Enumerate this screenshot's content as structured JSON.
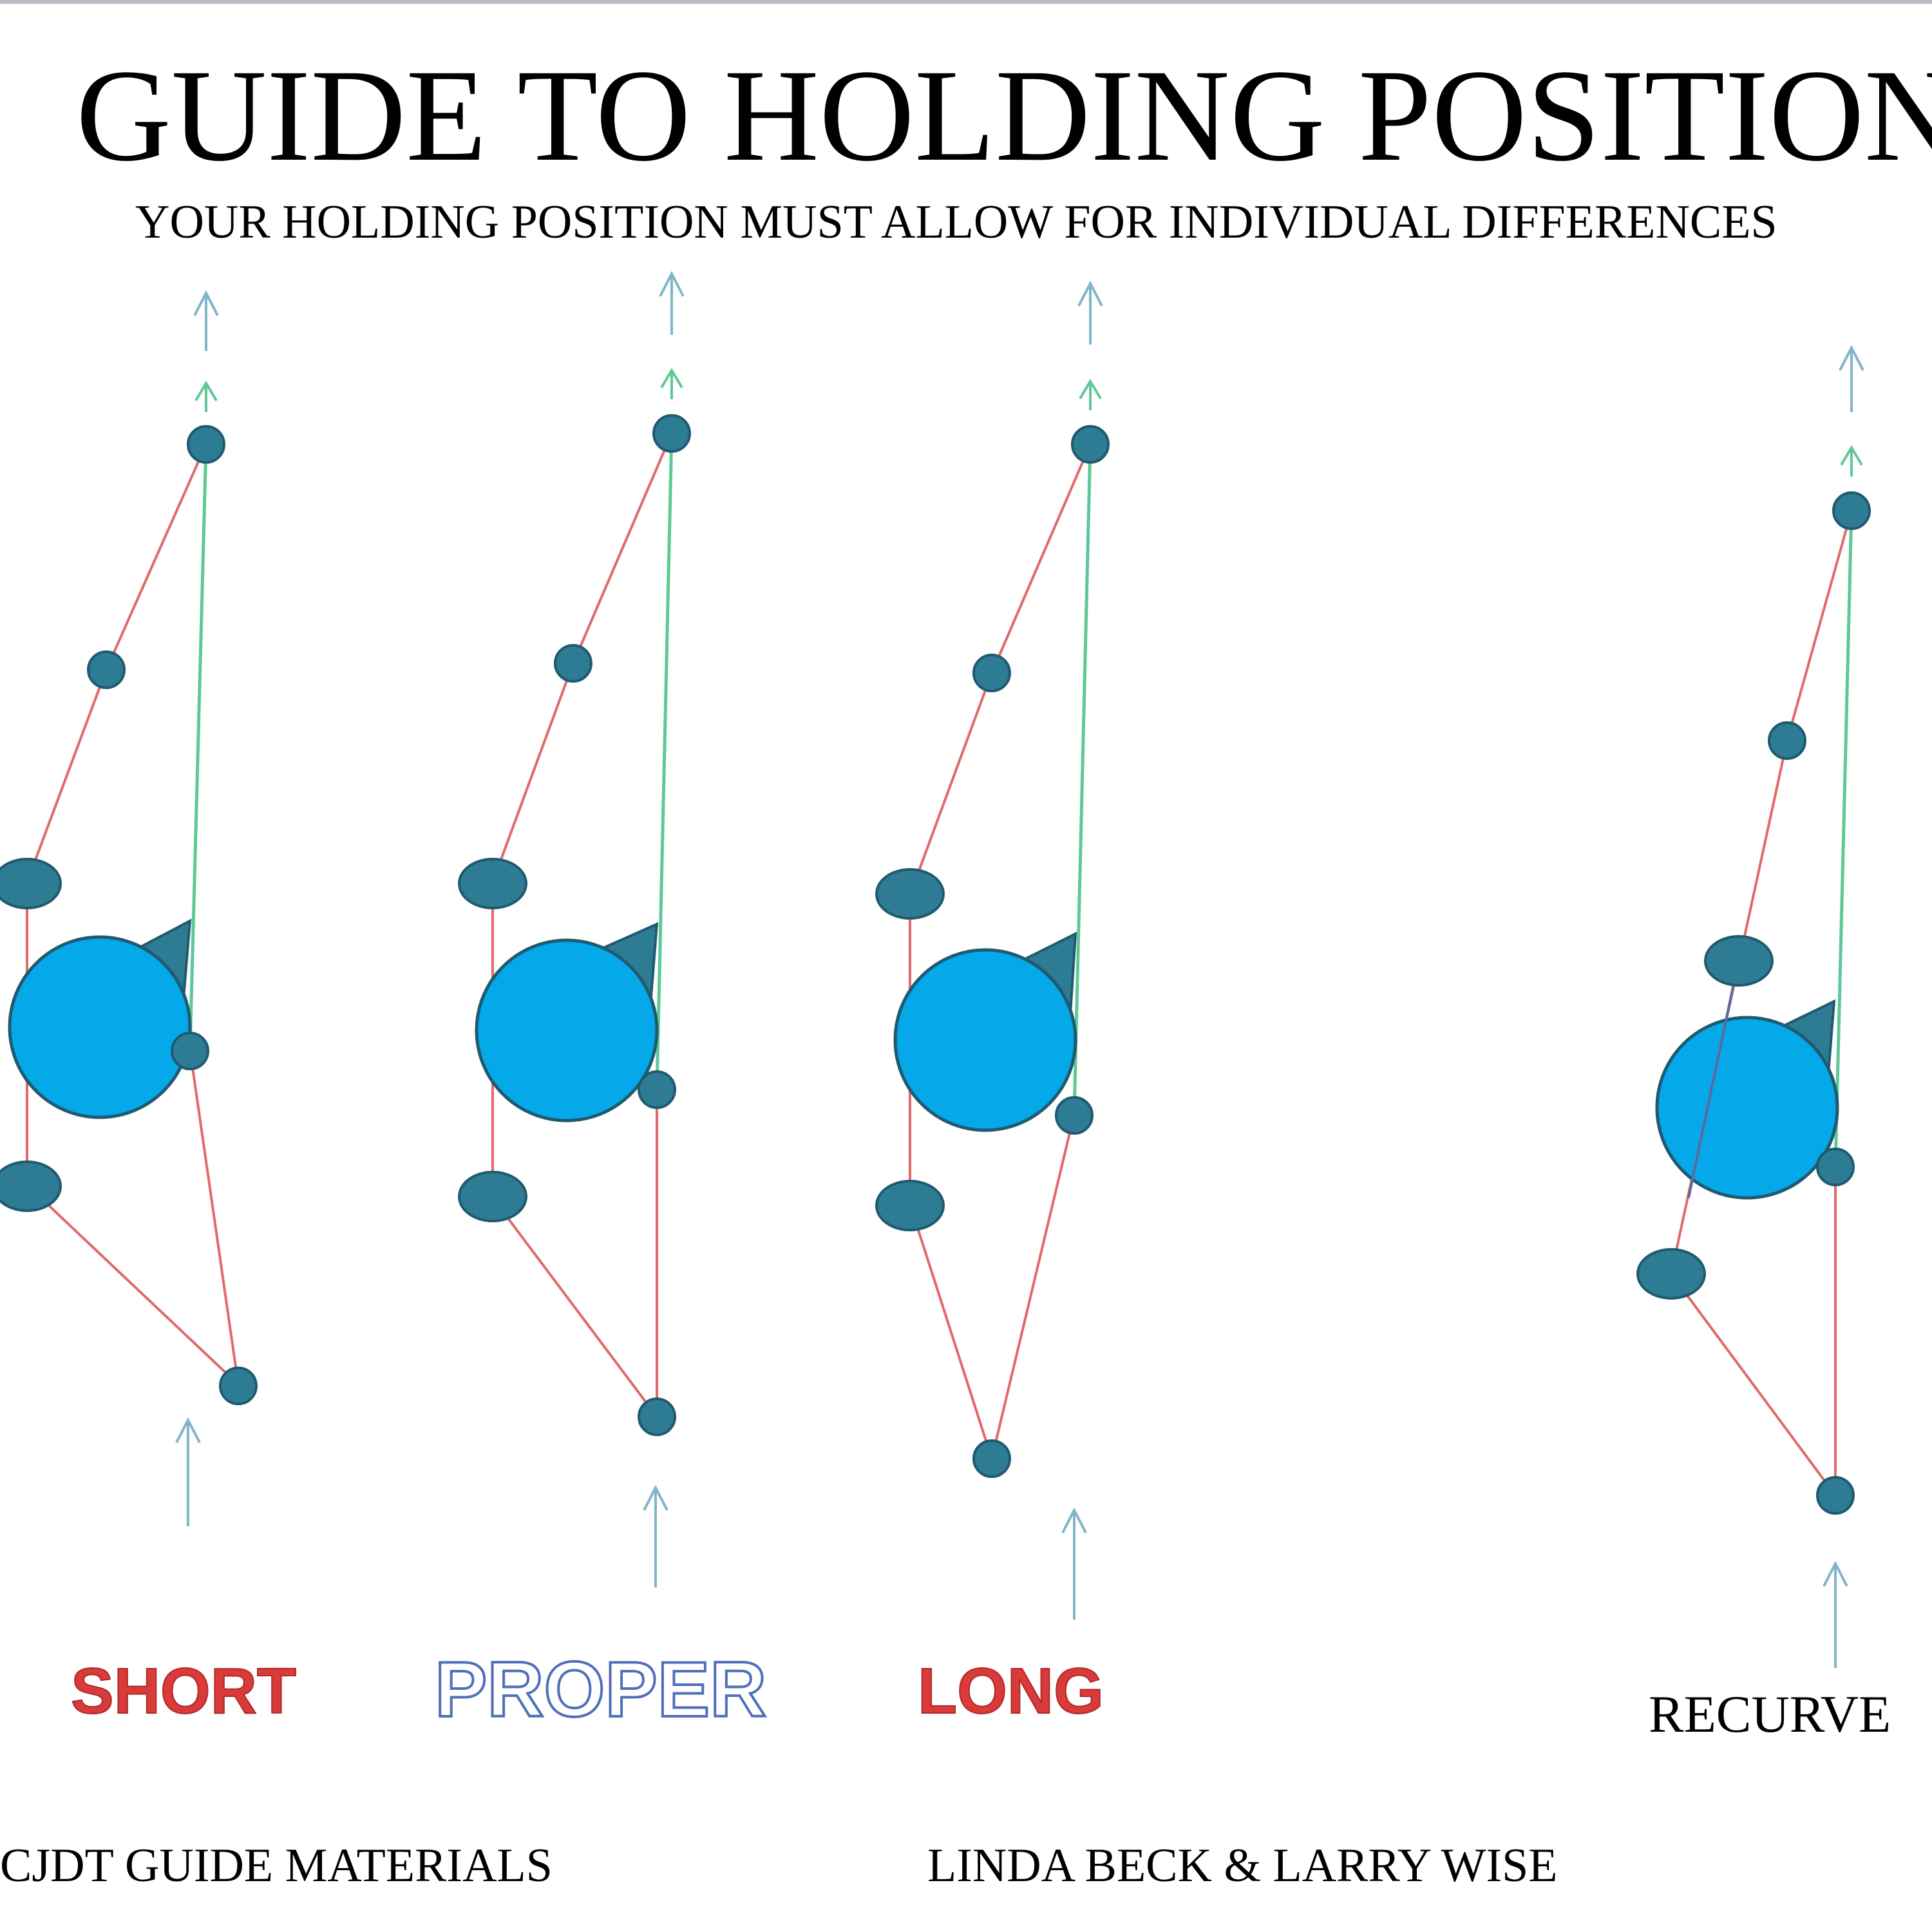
{
  "header": {
    "title": "GUIDE TO HOLDING POSITION",
    "subtitle": "YOUR HOLDING POSITION MUST ALLOW FOR INDIVIDUAL DIFFERENCES"
  },
  "figures": [
    {
      "label": "SHORT"
    },
    {
      "label": "PROPER"
    },
    {
      "label": "LONG"
    },
    {
      "label": "RECURVE"
    }
  ],
  "footer": {
    "left": "CJDT GUIDE MATERIALS",
    "right": "LINDA BECK & LARRY WISE"
  },
  "colors": {
    "joint_fill": "#2e7b94",
    "joint_stroke": "#1f5a70",
    "head_fill": "#05a8e8",
    "red_line": "#e06a6a",
    "green_line": "#5ec896",
    "blue_arrow": "#7fb6c9",
    "short_label": "#d93a3a",
    "proper_label_stroke": "#4f6fb8",
    "long_label": "#d93a3a"
  }
}
